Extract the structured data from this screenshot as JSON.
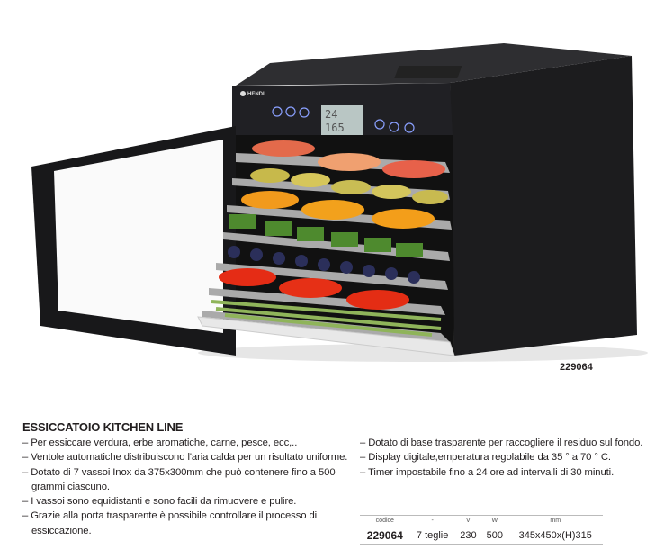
{
  "product_image": {
    "brand": "HENDI",
    "display": {
      "timer": "24",
      "temperature": "165"
    }
  },
  "product_code_label": "229064",
  "title": "ESSICCATOIO KITCHEN LINE",
  "features_left": [
    "Per essiccare verdura, erbe aromatiche, carne, pesce, ecc,..",
    "Ventole automatiche distribuiscono l'aria calda per un risultato  uniforme.",
    "Dotato di 7 vassoi Inox da 375x300mm che può contenere fino a 500 grammi ciascuno.",
    "I vassoi sono equidistanti e sono facili da rimuovere e pulire.",
    "Grazie alla porta trasparente è possibile controllare il processo di essiccazione."
  ],
  "features_right": [
    "Dotato di base trasparente per raccogliere il residuo sul fondo.",
    "Display digitale,emperatura regolabile da 35 ° a 70 ° C.",
    "Timer impostabile fino a 24 ore ad intervalli di 30 minuti."
  ],
  "spec_table": {
    "headers": [
      "codice",
      "-",
      "V",
      "W",
      "mm"
    ],
    "rows": [
      [
        "229064",
        "7 teglie",
        "230",
        "500",
        "345x450x(H)315"
      ]
    ]
  }
}
